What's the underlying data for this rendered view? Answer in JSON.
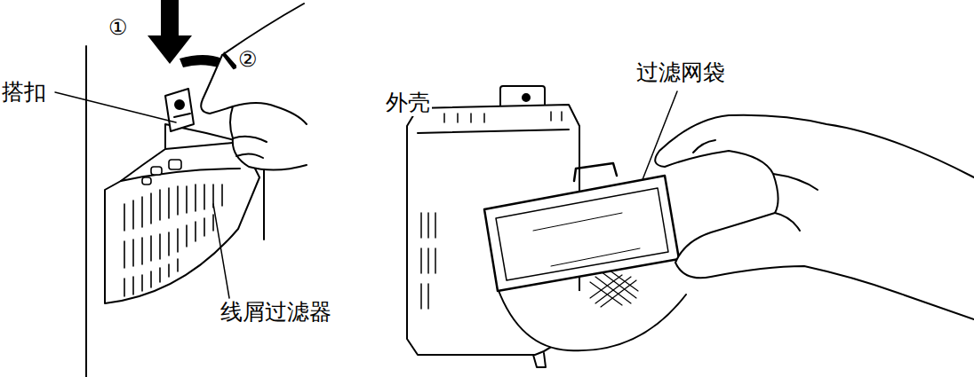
{
  "diagram": {
    "labels": [
      "①",
      "②",
      "搭扣",
      "线屑过滤器",
      "外壳",
      "过滤网袋"
    ]
  }
}
